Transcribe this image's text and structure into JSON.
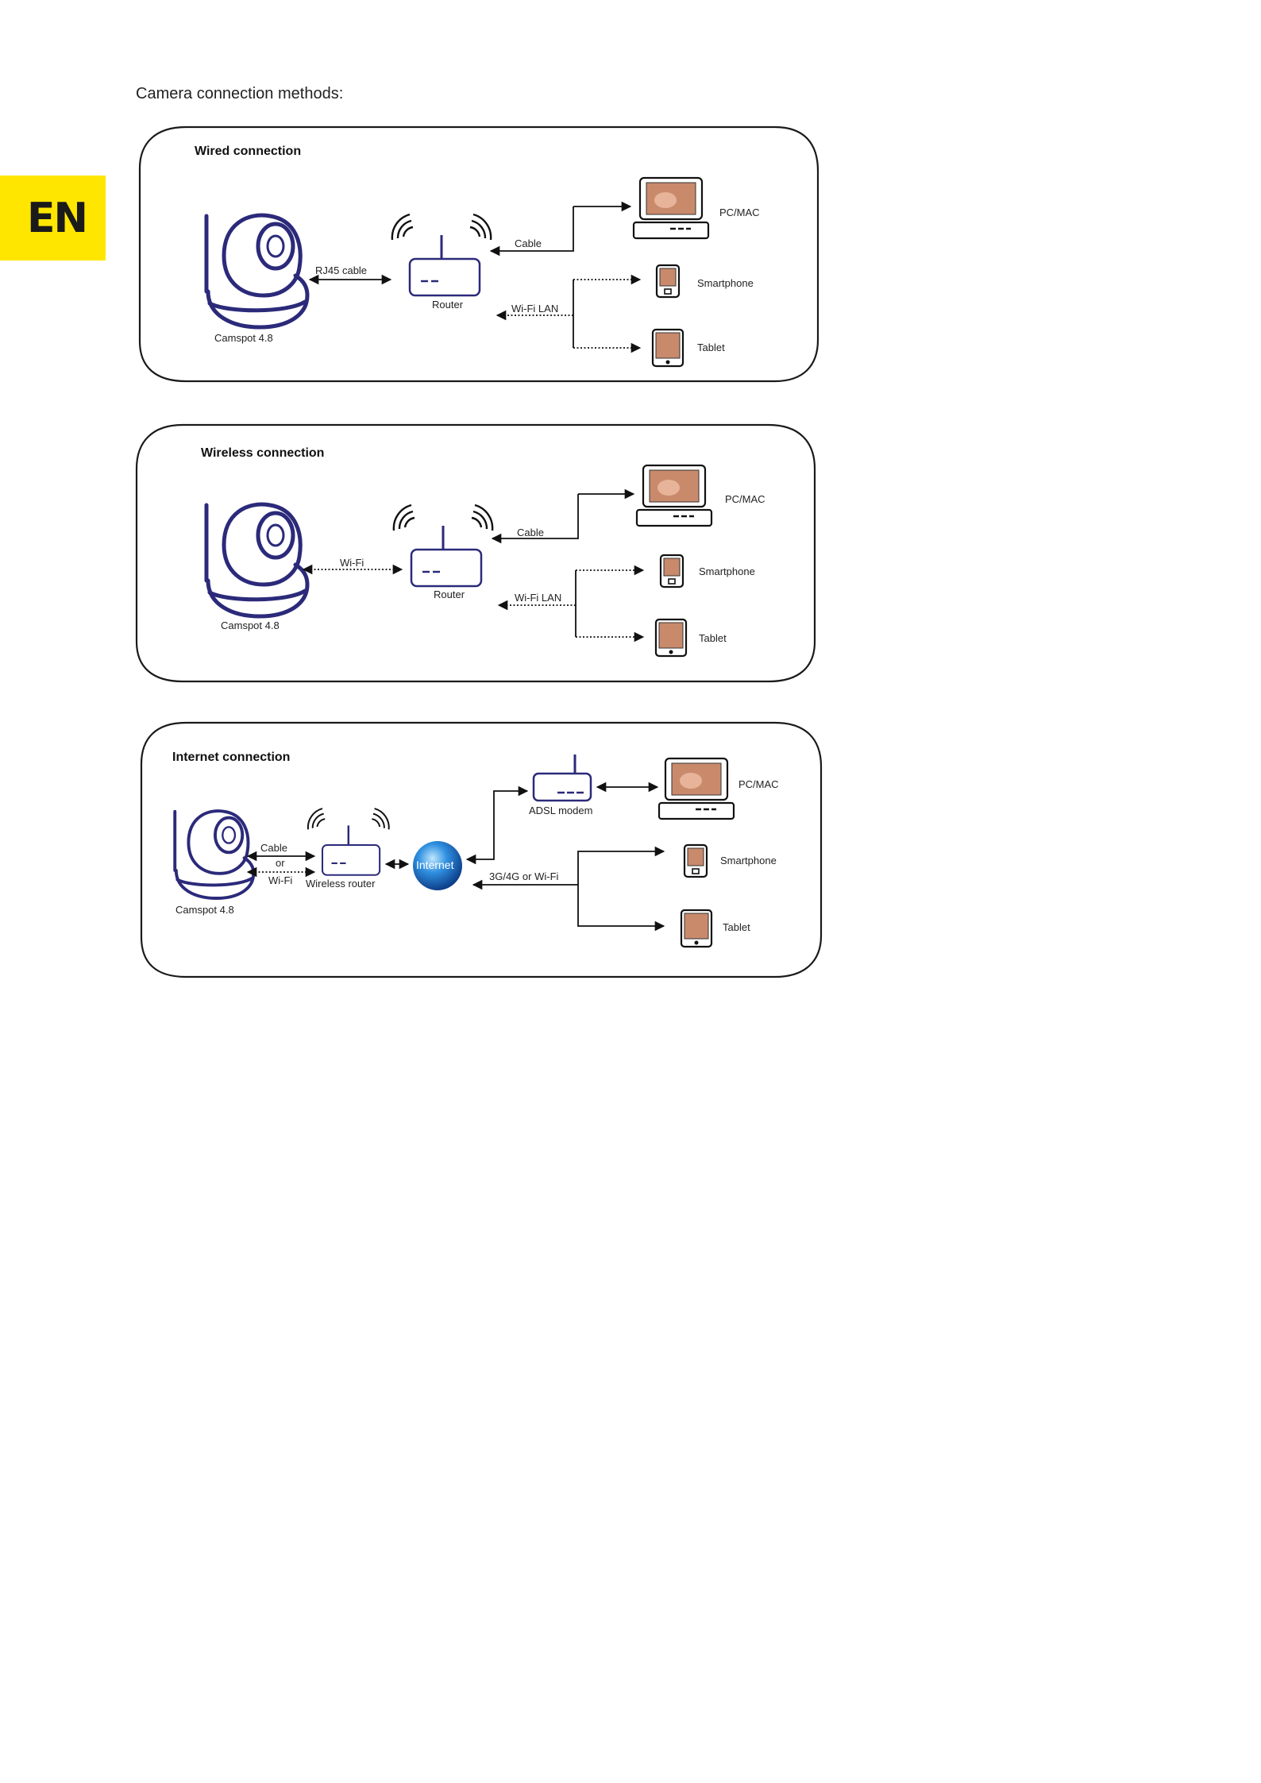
{
  "page_title": "Camera connection methods:",
  "language_tab": "EN",
  "wired": {
    "heading": "Wired connection",
    "camera_label": "Camspot 4.8",
    "link_label": "RJ45 cable",
    "router_label": "Router",
    "cable_label": "Cable",
    "wifi_lan_label": "Wi-Fi LAN",
    "pc_label": "PC/MAC",
    "smartphone_label": "Smartphone",
    "tablet_label": "Tablet"
  },
  "wireless": {
    "heading": "Wireless connection",
    "camera_label": "Camspot 4.8",
    "link_label": "Wi-Fi",
    "router_label": "Router",
    "cable_label": "Cable",
    "wifi_lan_label": "Wi-Fi LAN",
    "pc_label": "PC/MAC",
    "smartphone_label": "Smartphone",
    "tablet_label": "Tablet"
  },
  "internet": {
    "heading": "Internet connection",
    "camera_label": "Camspot 4.8",
    "cable_label": "Cable",
    "or_label": "or",
    "wifi_label": "Wi-Fi",
    "router_label": "Wireless router",
    "globe_label": "Internet",
    "modem_label": "ADSL modem",
    "mobile_label": "3G/4G or Wi-Fi",
    "pc_label": "PC/MAC",
    "smartphone_label": "Smartphone",
    "tablet_label": "Tablet"
  }
}
